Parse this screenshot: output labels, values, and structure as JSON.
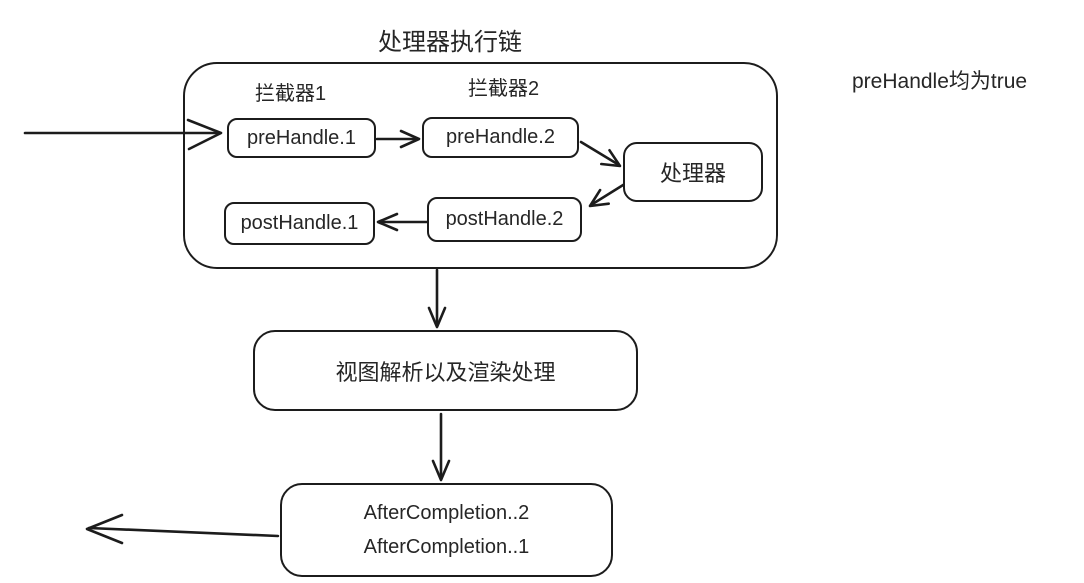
{
  "title": "处理器执行链",
  "side_note": "preHandle均为true",
  "labels": {
    "interceptor1": "拦截器1",
    "interceptor2": "拦截器2"
  },
  "nodes": {
    "pre_handle_1": "preHandle.1",
    "pre_handle_2": "preHandle.2",
    "handler": "处理器",
    "post_handle_1": "postHandle.1",
    "post_handle_2": "postHandle.2",
    "view_render": "视图解析以及渲染处理",
    "after_completion_2": "AfterCompletion..2",
    "after_completion_1": "AfterCompletion..1"
  },
  "edges": [
    {
      "from": "outside-left",
      "to": "preHandle.1"
    },
    {
      "from": "preHandle.1",
      "to": "preHandle.2"
    },
    {
      "from": "preHandle.2",
      "to": "处理器"
    },
    {
      "from": "处理器",
      "to": "postHandle.2"
    },
    {
      "from": "postHandle.2",
      "to": "postHandle.1"
    },
    {
      "from": "处理器执行链",
      "to": "视图解析以及渲染处理"
    },
    {
      "from": "视图解析以及渲染处理",
      "to": "AfterCompletion..2 / AfterCompletion..1"
    },
    {
      "from": "AfterCompletion..2 / AfterCompletion..1",
      "to": "outside-left"
    }
  ],
  "colors": {
    "stroke": "#1c1c1c",
    "text": "#262626",
    "background": "#ffffff"
  }
}
